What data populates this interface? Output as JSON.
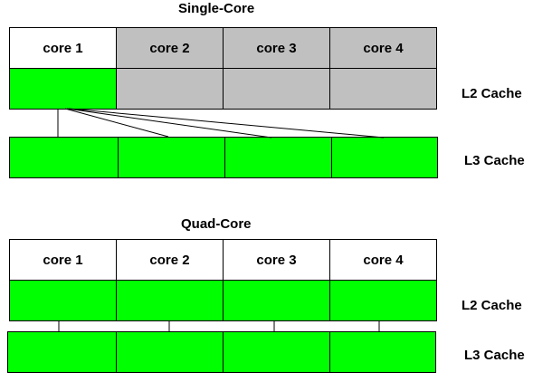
{
  "single": {
    "title": "Single-Core",
    "cores": [
      "core 1",
      "core 2",
      "core 3",
      "core 4"
    ],
    "l2_label": "L2 Cache",
    "l3_label": "L3 Cache"
  },
  "quad": {
    "title": "Quad-Core",
    "cores": [
      "core 1",
      "core 2",
      "core 3",
      "core 4"
    ],
    "l2_label": "L2 Cache",
    "l3_label": "L3 Cache"
  },
  "colors": {
    "active": "#00ff00",
    "inactive": "#c0c0c0",
    "core_bg": "#ffffff"
  }
}
